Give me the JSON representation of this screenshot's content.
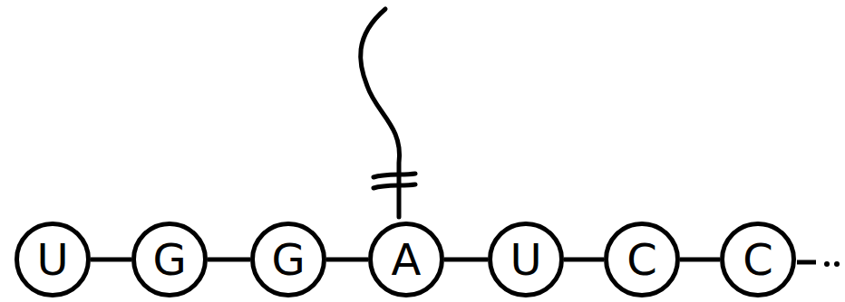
{
  "diagram": {
    "nodes": [
      {
        "text": [
          "U"
        ]
      },
      {
        "text": [
          "G"
        ]
      },
      {
        "text": [
          "G"
        ]
      },
      {
        "text": [
          "A"
        ]
      },
      {
        "text": [
          "U"
        ]
      },
      {
        "text": [
          "C"
        ]
      },
      {
        "text": [
          "C"
        ]
      }
    ],
    "edges": [
      {
        "from": 0,
        "to": 1,
        "arrow": "none"
      },
      {
        "from": 1,
        "to": 2,
        "arrow": "none"
      },
      {
        "from": 2,
        "to": 3,
        "arrow": "none"
      },
      {
        "from": 3,
        "to": 4,
        "arrow": "none"
      },
      {
        "from": 4,
        "to": 5,
        "arrow": "none"
      },
      {
        "from": 5,
        "to": 6,
        "arrow": "none"
      }
    ]
  }
}
